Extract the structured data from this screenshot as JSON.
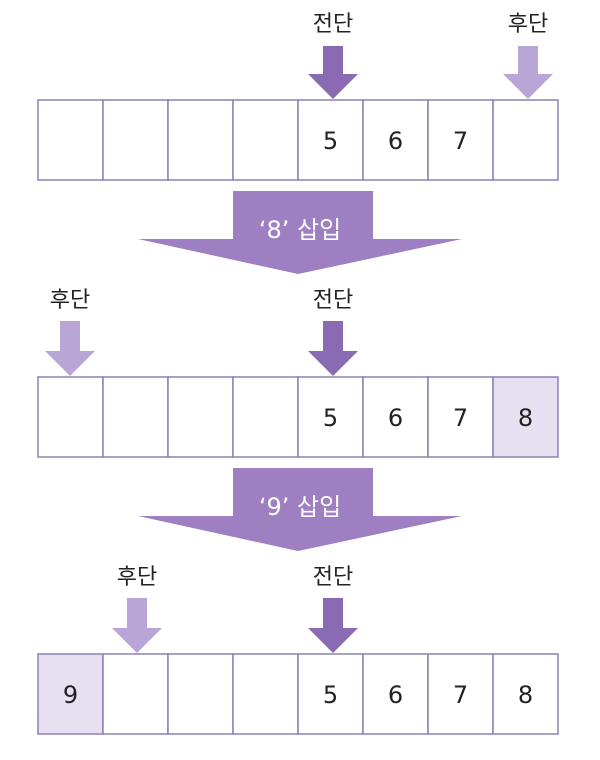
{
  "colors": {
    "border": "#8a82b3",
    "front_arrow": "#8a6bb3",
    "rear_arrow": "#b9a6d6",
    "highlight_cell": "#e6e0f0",
    "op_arrow": "#9d7fc2",
    "text": "#222222"
  },
  "labels": {
    "front": "전단",
    "rear": "후단"
  },
  "steps": [
    {
      "cells": [
        "",
        "",
        "",
        "",
        "5",
        "6",
        "7",
        ""
      ],
      "highlight": [],
      "front_index": 4,
      "rear_index": 7
    },
    {
      "operation": "‘8’ 삽입",
      "cells": [
        "",
        "",
        "",
        "",
        "5",
        "6",
        "7",
        "8"
      ],
      "highlight": [
        7
      ],
      "front_index": 4,
      "rear_index": 0
    },
    {
      "operation": "‘9’ 삽입",
      "cells": [
        "9",
        "",
        "",
        "",
        "5",
        "6",
        "7",
        "8"
      ],
      "highlight": [
        0
      ],
      "front_index": 4,
      "rear_index": 1
    }
  ]
}
